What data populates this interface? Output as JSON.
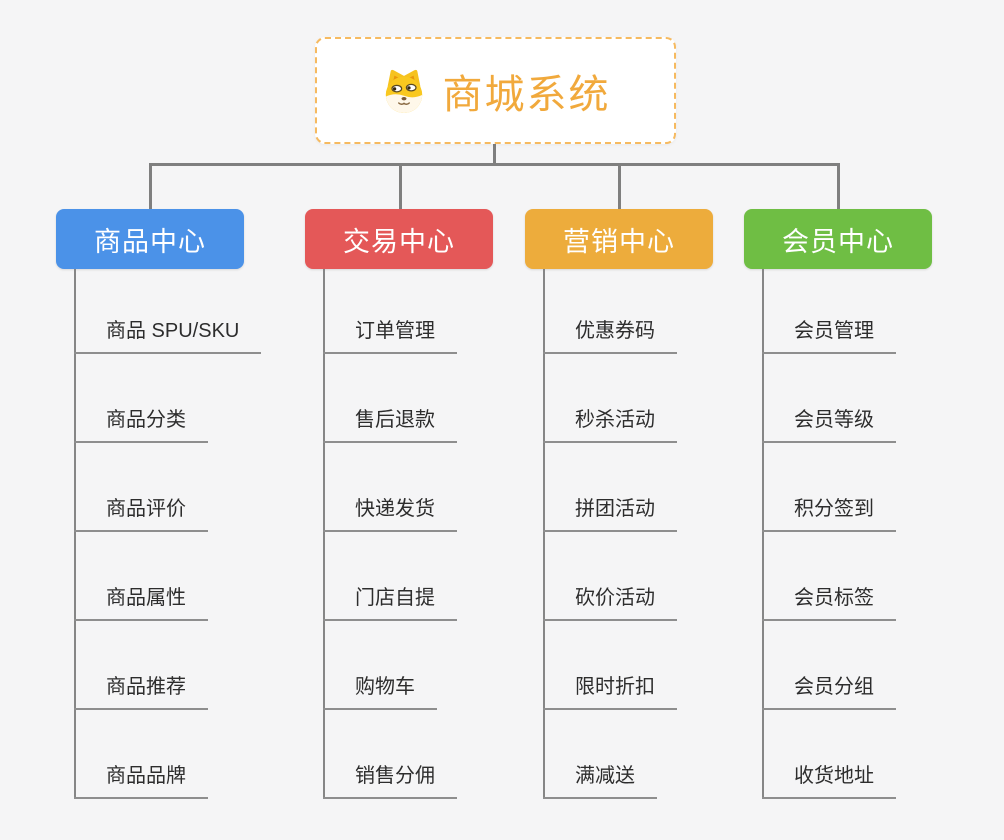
{
  "root": {
    "title": "商城系统",
    "icon": "shiba-dog-icon",
    "title_color": "#F1A93C",
    "border_color": "#F6BA60",
    "background": "#FFFFFF"
  },
  "canvas": {
    "background_color": "#F5F5F6",
    "connector_color": "#7F7F7F",
    "child_text_color": "#2D2D2D",
    "child_underline_color": "#8E8E8E"
  },
  "branches": [
    {
      "label": "商品中心",
      "color": "#4B92E8",
      "children": [
        "商品 SPU/SKU",
        "商品分类",
        "商品评价",
        "商品属性",
        "商品推荐",
        "商品品牌"
      ]
    },
    {
      "label": "交易中心",
      "color": "#E45858",
      "children": [
        "订单管理",
        "售后退款",
        "快递发货",
        "门店自提",
        "购物车",
        "销售分佣"
      ]
    },
    {
      "label": "营销中心",
      "color": "#EDAC3C",
      "children": [
        "优惠券码",
        "秒杀活动",
        "拼团活动",
        "砍价活动",
        "限时折扣",
        "满减送"
      ]
    },
    {
      "label": "会员中心",
      "color": "#6FBE44",
      "children": [
        "会员管理",
        "会员等级",
        "积分签到",
        "会员标签",
        "会员分组",
        "收货地址"
      ]
    }
  ]
}
